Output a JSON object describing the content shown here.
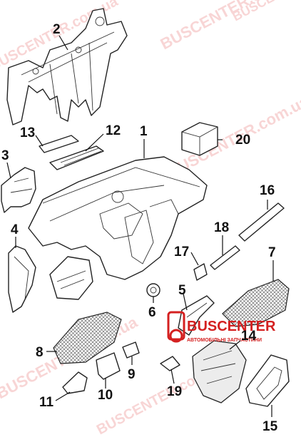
{
  "callouts": [
    "1",
    "2",
    "3",
    "4",
    "5",
    "6",
    "7",
    "8",
    "9",
    "10",
    "11",
    "12",
    "13",
    "14",
    "15",
    "16",
    "17",
    "18",
    "19",
    "20"
  ],
  "watermark": {
    "text": "BUSCENTER.com.ua",
    "logo_text": "BUSCENTER",
    "logo_subtitle": "АВТОМОБІЛЬНІ ЗАПЧАСТИНИ",
    "color": "#f2b3b3",
    "logo_color": "#d42020"
  },
  "colors": {
    "line": "#222222",
    "fill": "#ffffff",
    "accent": "#d42020"
  }
}
